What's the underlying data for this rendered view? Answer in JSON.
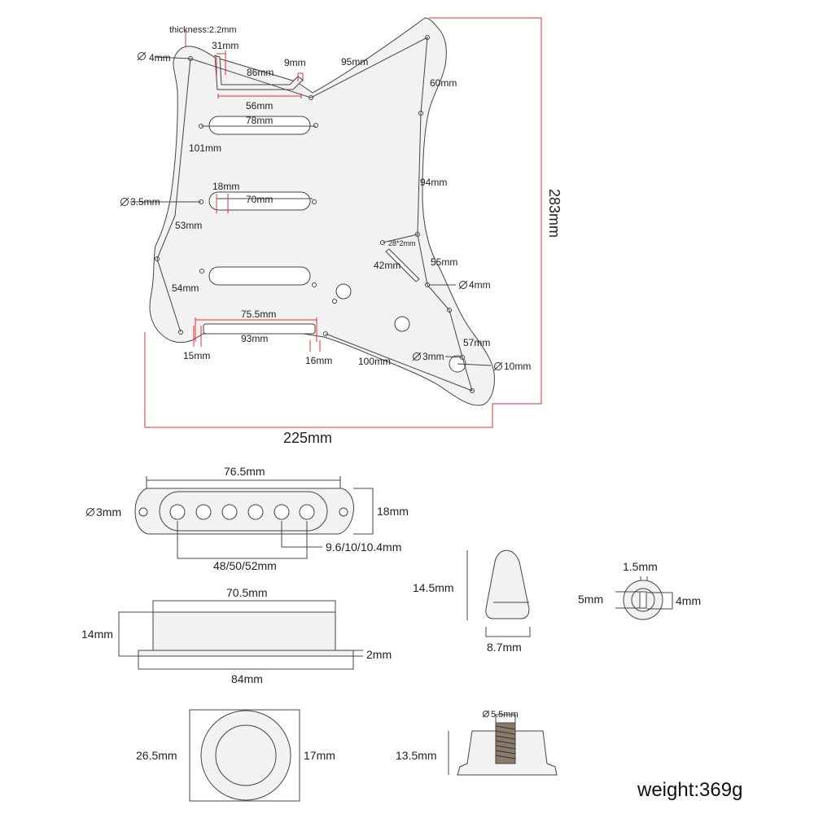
{
  "pickguard": {
    "thickness": "thickness:2.2mm",
    "d_top": "4mm",
    "w31": "31mm",
    "w9": "9mm",
    "w86": "86mm",
    "w95": "95mm",
    "w60": "60mm",
    "w56": "56mm",
    "w78": "78mm",
    "w101": "101mm",
    "w94": "94mm",
    "w18": "18mm",
    "w70": "70mm",
    "d35": "3.5mm",
    "w53": "53mm",
    "w28x2": "28*2mm",
    "w42": "42mm",
    "w55": "55mm",
    "d4b": "4mm",
    "w54": "54mm",
    "w75_5": "75.5mm",
    "w93": "93mm",
    "w15": "15mm",
    "w16": "16mm",
    "w100": "100mm",
    "w57": "57mm",
    "d3": "3mm",
    "d10": "10mm",
    "height": "283mm",
    "width": "225mm"
  },
  "pickup_cover": {
    "length": "76.5mm",
    "hole": "3mm",
    "height": "18mm",
    "pole_spacing": "9.6/10/10.4mm",
    "pole_span": "48/50/52mm"
  },
  "pickup_side": {
    "top": "70.5mm",
    "height": "14mm",
    "base_thickness": "2mm",
    "base": "84mm"
  },
  "switch_tip": {
    "height": "14.5mm",
    "width": "8.7mm"
  },
  "switch_tip_end": {
    "slot": "1.5mm",
    "left": "5mm",
    "right": "4mm"
  },
  "knob_top": {
    "outer": "26.5mm",
    "inner": "17mm"
  },
  "knob_side": {
    "bore": "5.5mm",
    "height": "13.5mm"
  },
  "weight": "weight:369g",
  "colors": {
    "dimension_red": "#e03030",
    "part_fill": "#f2f2f2",
    "outline": "#444444"
  }
}
